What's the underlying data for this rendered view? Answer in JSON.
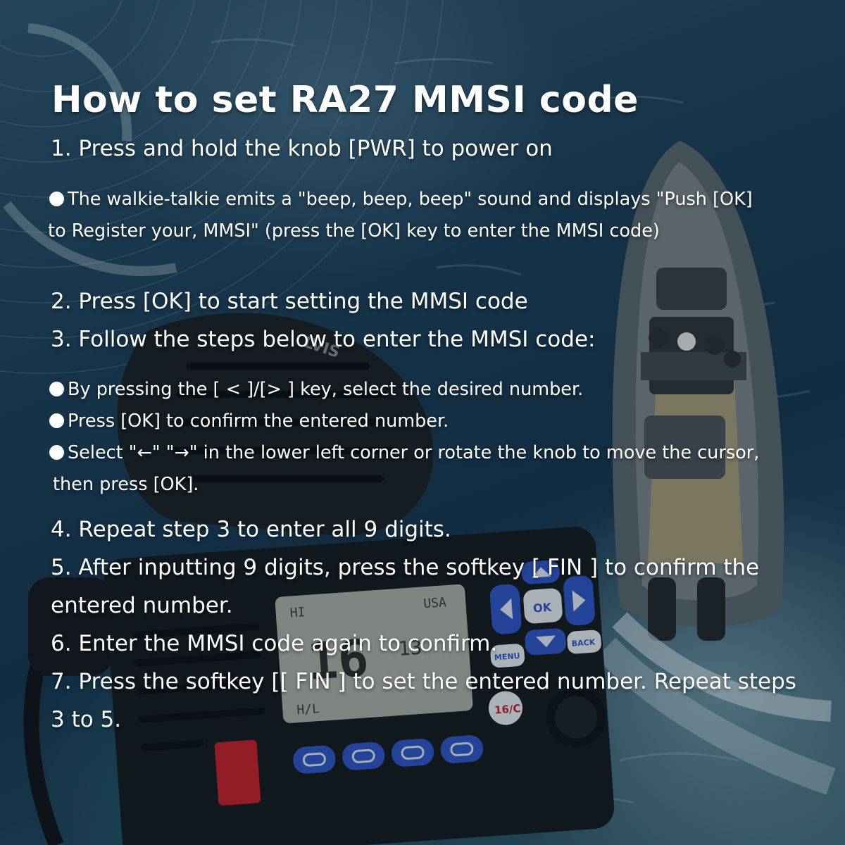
{
  "title": "How to set RA27 MMSI code",
  "steps": [
    "1. Press and hold the knob [PWR] to power on",
    "The walkie-talkie emits a \"beep, beep, beep\" sound and displays \"Push [OK]",
    "to Register your, MMSI\" (press the [OK] key to enter the MMSI code)",
    "2. Press [OK] to start setting the MMSI code",
    "3. Follow the steps below to enter the MMSI code:",
    "By pressing the [ < ]/[> ] key, select the desired number.",
    "Press [OK] to confirm the entered number.",
    "Select \"←\" \"→\" in the lower left corner or rotate the knob to move the cursor,",
    "then press [OK].",
    "4. Repeat step 3 to enter all 9 digits.",
    "5. After inputting 9 digits, press the softkey [ FIN ] to confirm the",
    "entered number.",
    "6. Enter the MMSI code again to confirm.",
    "7. Press the softkey [[ FIN ] to set the entered number. Repeat steps",
    "3 to 5."
  ],
  "radio": {
    "brand": "LVIS",
    "lcd_top_left": "HI",
    "lcd_top_right": "USA",
    "lcd_channel": "16",
    "lcd_side": "13",
    "lcd_bottom": "H/L",
    "key_ok": "OK",
    "key_menu": "MENU",
    "key_back": "BACK",
    "key_16": "16/C"
  },
  "colors": {
    "text": "#ffffff",
    "sea_dark": "#173650",
    "sea_light": "#3f6b78",
    "boat_hull": "#5c6870",
    "radio_body": "#161a1e",
    "radio_key_blue": "#2f56c8",
    "lcd": "#aeb2a8",
    "red_key": "#c8202a"
  },
  "icons": [
    "left-arrow-icon",
    "right-arrow-icon",
    "up-arrow-icon",
    "down-arrow-icon",
    "softkey-icon"
  ]
}
